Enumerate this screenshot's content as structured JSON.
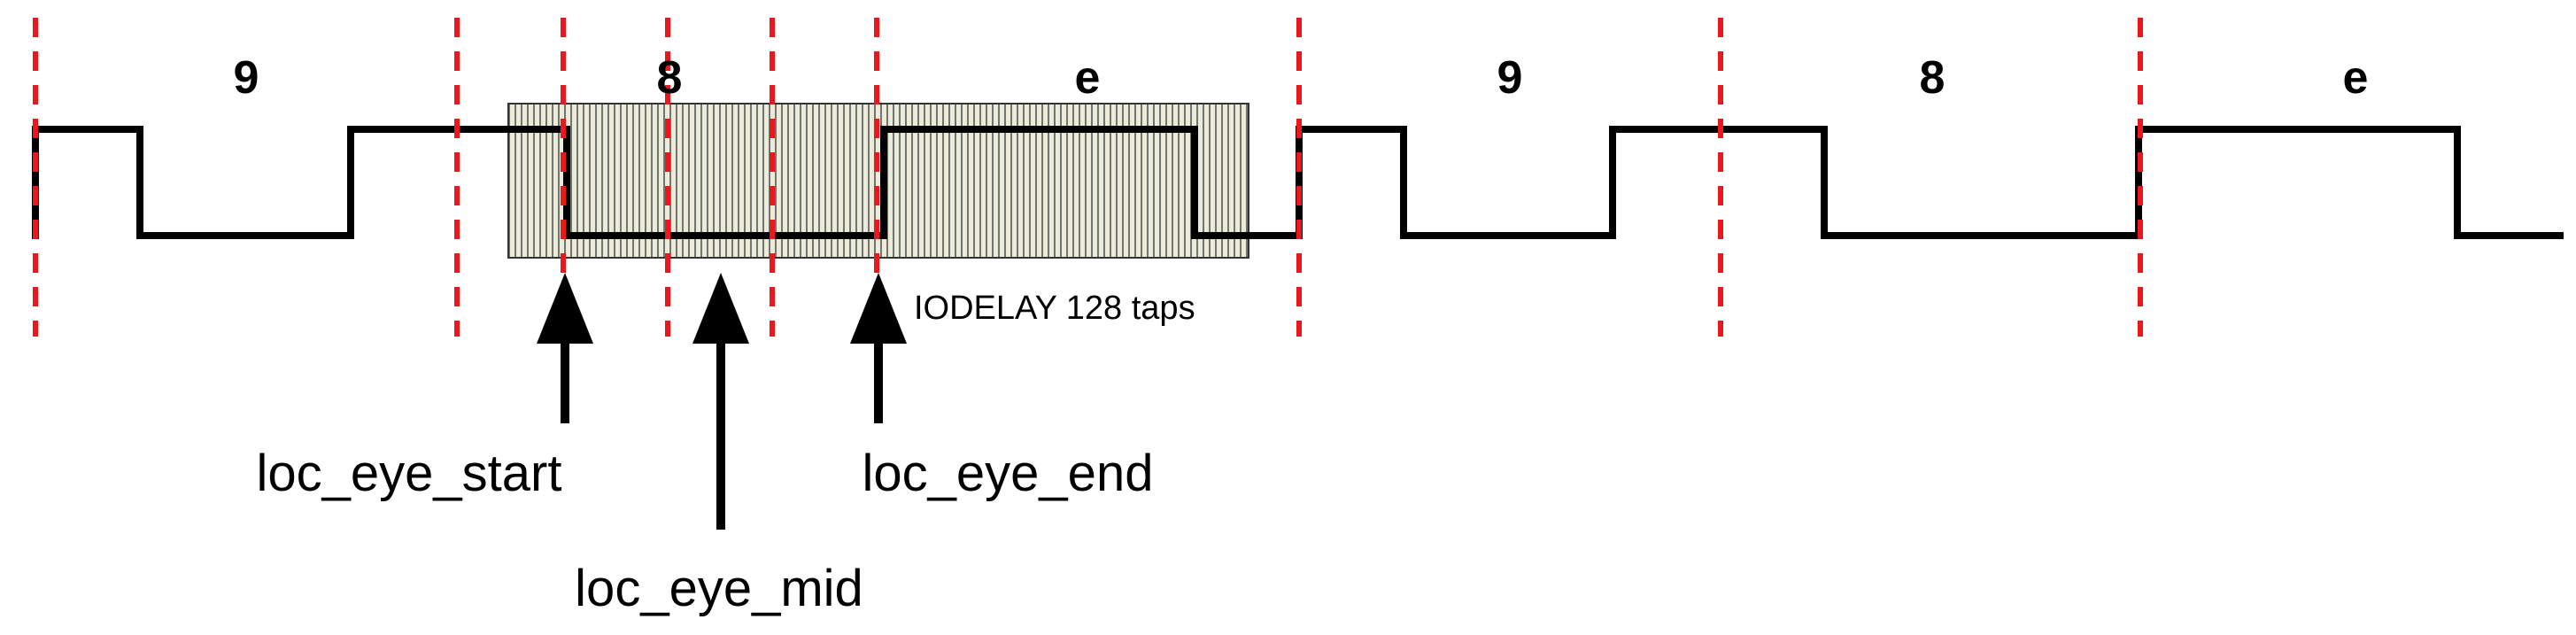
{
  "nibbles": [
    "9",
    "8",
    "e",
    "9",
    "8",
    "e"
  ],
  "window_label": "IODELAY 128 taps",
  "markers": {
    "start": "loc_eye_start",
    "mid": "loc_eye_mid",
    "end": "loc_eye_end"
  },
  "colors": {
    "signal": "#000000",
    "boundary": "#e8181c",
    "window_fill": "#ebebd9",
    "window_hatch": "#555555"
  }
}
